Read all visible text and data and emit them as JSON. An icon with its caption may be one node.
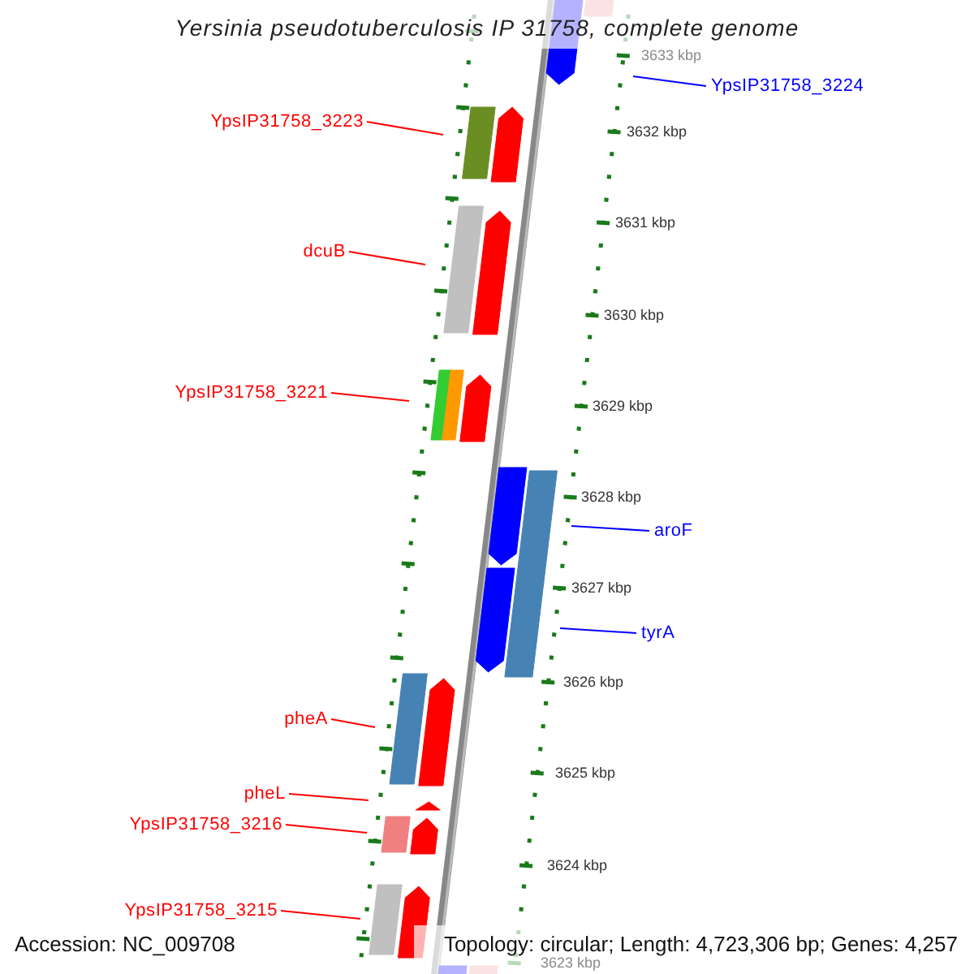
{
  "diagram": {
    "title": "Yersinia pseudotuberculosis IP 31758, complete genome",
    "nodes": [
      {
        "text": [
          "YpsIP31758_3224"
        ]
      },
      {
        "text": [
          "YpsIP31758_3223"
        ]
      },
      {
        "text": [
          "dcuB"
        ]
      },
      {
        "text": [
          "YpsIP31758_3221"
        ]
      },
      {
        "text": [
          "aroF"
        ]
      },
      {
        "text": [
          "tyrA"
        ]
      },
      {
        "text": [
          "pheA"
        ]
      },
      {
        "text": [
          "pheL"
        ]
      },
      {
        "text": [
          "YpsIP31758_3216"
        ]
      },
      {
        "text": [
          "YpsIP31758_3215"
        ]
      }
    ],
    "edges": [
      {
        "from": 0,
        "to": null,
        "arrow": "none",
        "color": "#0000ff"
      },
      {
        "from": 1,
        "to": null,
        "arrow": "none"
      },
      {
        "from": 2,
        "to": null,
        "arrow": "none"
      },
      {
        "from": 3,
        "to": null,
        "arrow": "none"
      },
      {
        "from": 4,
        "to": null,
        "arrow": "none",
        "color": "#0000ff"
      },
      {
        "from": 5,
        "to": null,
        "arrow": "none",
        "color": "#0000ff"
      },
      {
        "from": 6,
        "to": null,
        "arrow": "none"
      },
      {
        "from": 7,
        "to": null,
        "arrow": "none"
      },
      {
        "from": 8,
        "to": null,
        "arrow": "none"
      },
      {
        "from": 9,
        "to": null,
        "arrow": "none"
      }
    ],
    "labels": [
      "3633 kbp",
      "3632 kbp",
      "3631 kbp",
      "3630 kbp",
      "3629 kbp",
      "3628 kbp",
      "3627 kbp",
      "3626 kbp",
      "3625 kbp",
      "3624 kbp",
      "3623 kbp",
      "Accession: NC_009708",
      "Topology: circular; Length: 4,723,306 bp; Genes: 4,257"
    ]
  }
}
